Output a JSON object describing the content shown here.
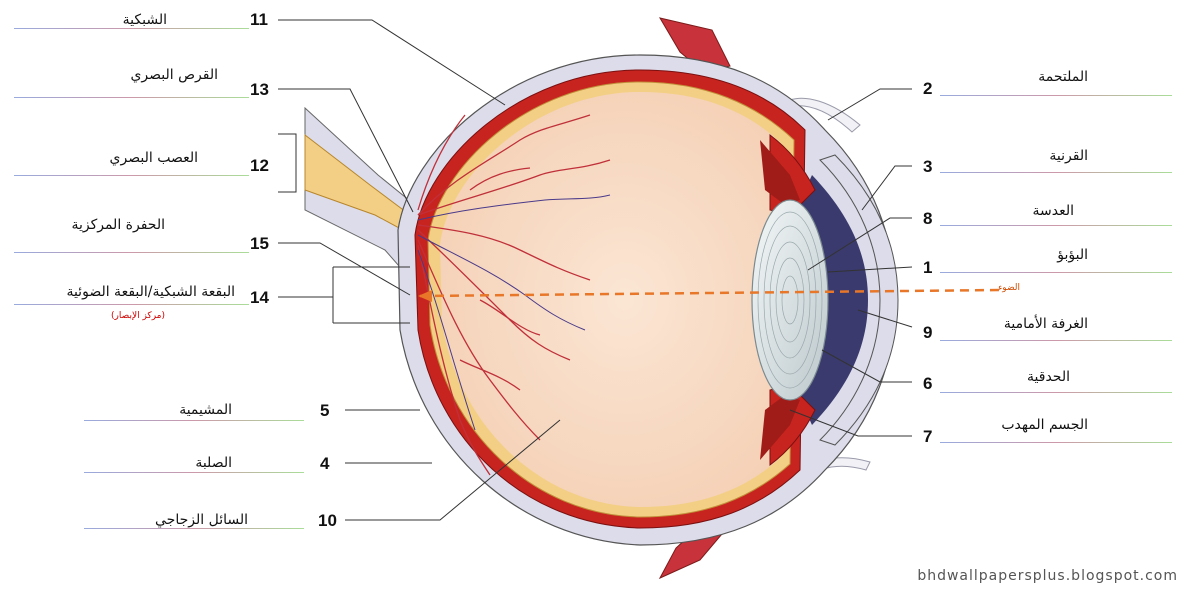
{
  "labels": {
    "l11": {
      "num": "11",
      "text": "الشبكية"
    },
    "l13": {
      "num": "13",
      "text": "القرص البصري"
    },
    "l12": {
      "num": "12",
      "text": "العصب البصري"
    },
    "l15": {
      "num": "15",
      "text": "الحفرة المركزية"
    },
    "l14": {
      "num": "14",
      "text": "البقعة الشبكية/البقعة الضوئية",
      "sub": "(مركز الإبصار)"
    },
    "l5": {
      "num": "5",
      "text": "المشيمية"
    },
    "l4": {
      "num": "4",
      "text": "الصلبة"
    },
    "l10": {
      "num": "10",
      "text": "السائل الزجاجي"
    },
    "l2": {
      "num": "2",
      "text": "الملتحمة"
    },
    "l3": {
      "num": "3",
      "text": "القرنية"
    },
    "l8": {
      "num": "8",
      "text": "العدسة"
    },
    "l1": {
      "num": "1",
      "text": "البؤبؤ"
    },
    "l9": {
      "num": "9",
      "text": "الغرفة الأمامية"
    },
    "l6": {
      "num": "6",
      "text": "الحدقية"
    },
    "l7": {
      "num": "7",
      "text": "الجسم المهدب"
    }
  },
  "light_label": "الضوء",
  "watermark": "bhdwallpapersplus.blogspot.com",
  "colors": {
    "sclera": "#dcdcea",
    "choroid": "#c8241f",
    "retina": "#f3cf86",
    "vitreous": "#f9dcc4",
    "vessels": "#c0303a",
    "lens": "#e8eef0",
    "anterior_chamber": "#3a3a6e",
    "light_ray": "#e8772a"
  }
}
